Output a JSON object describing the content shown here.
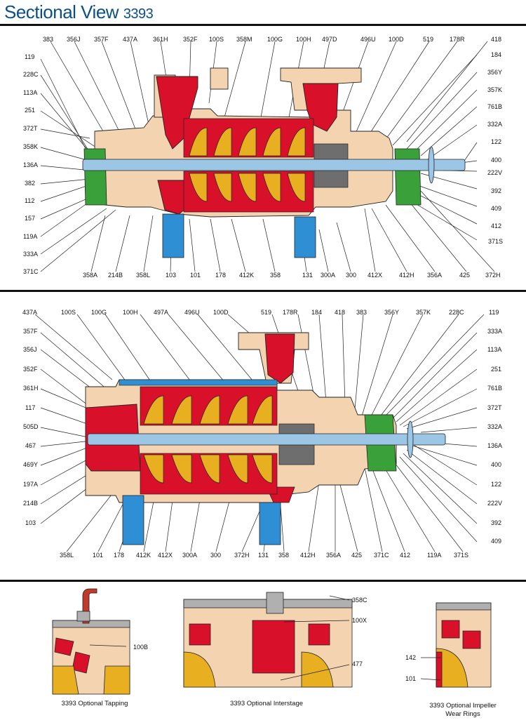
{
  "title": {
    "main": "Sectional View",
    "number": "3393"
  },
  "colors": {
    "casing": "#f4d3b1",
    "impeller": "#e8b020",
    "diffuser": "#d8102a",
    "bearing": "#3aa13a",
    "support": "#2f8fd4",
    "shaft": "#9cc6e6",
    "outline": "#222222"
  },
  "view1": {
    "top_labels": [
      "383",
      "356J",
      "357F",
      "437A",
      "361H",
      "352F",
      "100S",
      "358M",
      "100G",
      "100H",
      "497D",
      "496U",
      "100D",
      "519",
      "178R",
      "418"
    ],
    "left_labels": [
      "119",
      "228C",
      "113A",
      "251",
      "372T",
      "358K",
      "136A",
      "382",
      "112",
      "157",
      "119A",
      "333A",
      "371C"
    ],
    "right_labels": [
      "184",
      "356Y",
      "357K",
      "761B",
      "332A",
      "122",
      "400",
      "222V",
      "392",
      "409",
      "412",
      "371S"
    ],
    "bottom_labels": [
      "358A",
      "214B",
      "358L",
      "103",
      "101",
      "178",
      "412K",
      "358",
      "131",
      "300A",
      "300",
      "412X",
      "412H",
      "356A",
      "425",
      "372H"
    ]
  },
  "view2": {
    "top_labels": [
      "437A",
      "100S",
      "100G",
      "100H",
      "497A",
      "496U",
      "100D",
      "519",
      "178R",
      "184",
      "418",
      "383",
      "356Y",
      "357K",
      "228C",
      "119"
    ],
    "left_labels": [
      "357F",
      "356J",
      "352F",
      "361H",
      "117",
      "505D",
      "467",
      "469Y",
      "197A",
      "214B",
      "103"
    ],
    "right_labels": [
      "333A",
      "113A",
      "251",
      "761B",
      "372T",
      "332A",
      "136A",
      "400",
      "122",
      "222V",
      "392",
      "409"
    ],
    "bottom_labels": [
      "358L",
      "101",
      "178",
      "412K",
      "412X",
      "300A",
      "300",
      "372H",
      "131",
      "358",
      "412H",
      "356A",
      "425",
      "371C",
      "412",
      "119A",
      "371S"
    ]
  },
  "insets": {
    "tapping": {
      "caption": "3393 Optional Tapping",
      "labels": [
        "100B"
      ]
    },
    "interstage": {
      "caption": "3393 Optional Interstage",
      "labels": [
        "358C",
        "100X",
        "477"
      ]
    },
    "wear_rings": {
      "caption_line1": "3393 Optional Impeller",
      "caption_line2": "Wear Rings",
      "labels": [
        "142",
        "101"
      ]
    }
  }
}
